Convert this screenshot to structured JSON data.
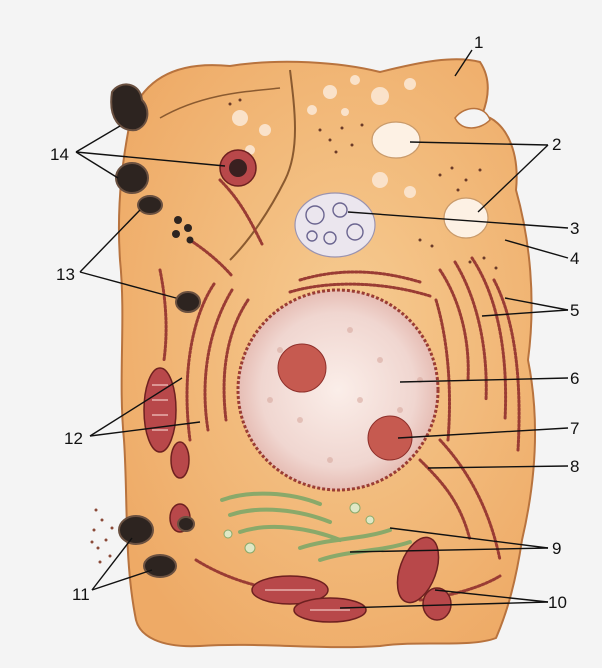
{
  "labels": [
    "1",
    "2",
    "3",
    "4",
    "5",
    "6",
    "7",
    "8",
    "9",
    "10",
    "11",
    "12",
    "13",
    "14"
  ],
  "colors": {
    "background": "#f4f4f4",
    "cytoplasm": "#f1b97a",
    "cell_border": "#b8733e",
    "nucleus": "#f3ddd8",
    "nucleolus": "#c65a50",
    "mitochondria": "#b8484a",
    "er": "#9a3c34",
    "golgi": "#bfd69a",
    "dark_body": "#2d2420",
    "leader_line": "#111111"
  }
}
